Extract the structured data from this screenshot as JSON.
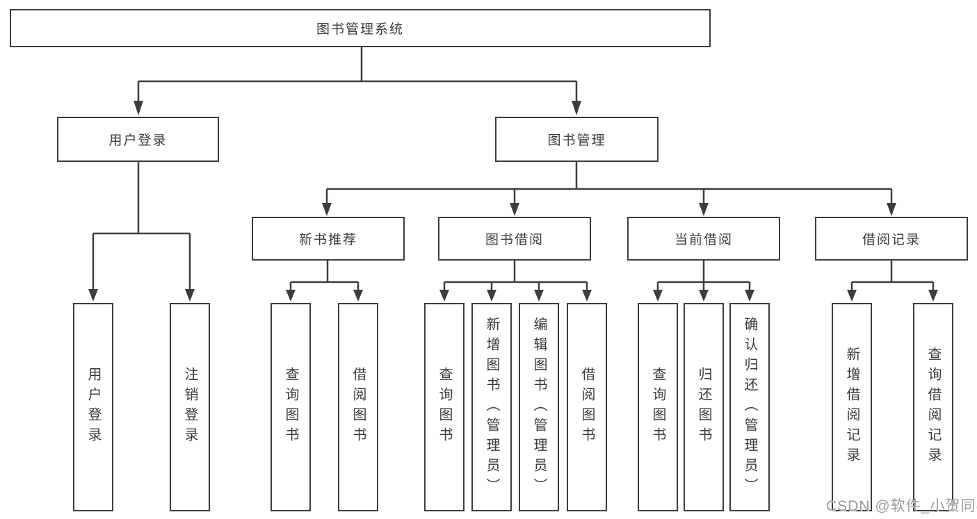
{
  "diagram": {
    "root": {
      "label": "图书管理系统"
    },
    "level2": {
      "user_login": {
        "label": "用户登录"
      },
      "book_mgmt": {
        "label": "图书管理"
      }
    },
    "level3": {
      "new_books": {
        "label": "新书推荐"
      },
      "book_borrow": {
        "label": "图书借阅"
      },
      "current_borrow": {
        "label": "当前借阅"
      },
      "borrow_records": {
        "label": "借阅记录"
      }
    },
    "leaves": {
      "user_login": {
        "label": "用户登录"
      },
      "logout": {
        "label": "注销登录"
      },
      "nb_query": {
        "label": "查询图书"
      },
      "nb_borrow": {
        "label": "借阅图书"
      },
      "bb_query": {
        "label": "查询图书"
      },
      "bb_add": {
        "label": "新增图书（管理员）"
      },
      "bb_edit": {
        "label": "编辑图书（管理员）"
      },
      "bb_borrow": {
        "label": "借阅图书"
      },
      "cb_query": {
        "label": "查询图书"
      },
      "cb_return": {
        "label": "归还图书"
      },
      "cb_confirm": {
        "label": "确认归还（管理员）"
      },
      "br_add": {
        "label": "新增借阅记录"
      },
      "br_query": {
        "label": "查询借阅记录"
      }
    },
    "watermark": "CSDN @软件_小贺同学",
    "colors": {
      "line": "#3d3d3d",
      "text": "#3a3a3a",
      "background": "#ffffff",
      "watermark": "#9b9b9b"
    }
  }
}
